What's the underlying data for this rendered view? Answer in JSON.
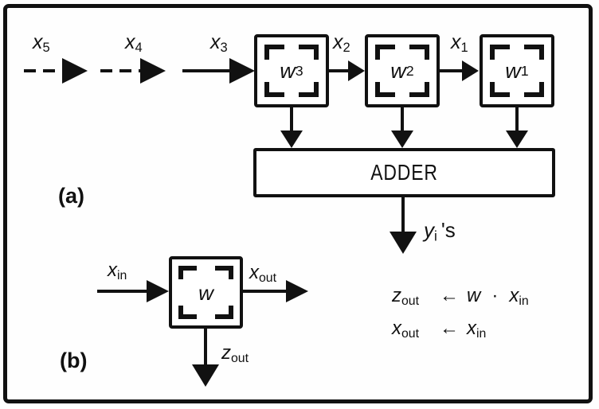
{
  "figure": {
    "panel_a_label": "(a)",
    "panel_b_label": "(b)",
    "adder_label": "ADDER",
    "inputs": [
      {
        "base": "x",
        "sub": "5"
      },
      {
        "base": "x",
        "sub": "4"
      },
      {
        "base": "x",
        "sub": "3"
      },
      {
        "base": "x",
        "sub": "2"
      },
      {
        "base": "x",
        "sub": "1"
      }
    ],
    "cells": [
      {
        "base": "w",
        "sub": "3"
      },
      {
        "base": "w",
        "sub": "2"
      },
      {
        "base": "w",
        "sub": "1"
      }
    ],
    "output": {
      "base": "y",
      "sub": "i",
      "suffix": "'s"
    },
    "cell_b": {
      "weight_base": "w",
      "in": {
        "base": "x",
        "sub": "in"
      },
      "out": {
        "base": "x",
        "sub": "out"
      },
      "down": {
        "base": "z",
        "sub": "out"
      }
    },
    "equations": {
      "eq1": {
        "lhs_base": "z",
        "lhs_sub": "out",
        "arrow": "←",
        "rhs1": "w",
        "dot": "·",
        "rhs2_base": "x",
        "rhs2_sub": "in"
      },
      "eq2": {
        "lhs_base": "x",
        "lhs_sub": "out",
        "arrow": "←",
        "rhs_base": "x",
        "rhs_sub": "in"
      }
    },
    "colors": {
      "ink": "#111111",
      "background": "#ffffff"
    }
  }
}
